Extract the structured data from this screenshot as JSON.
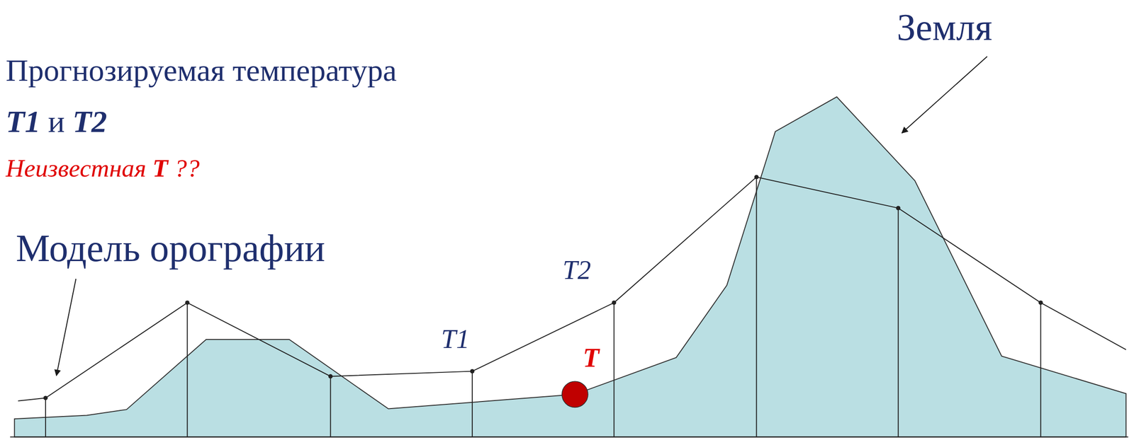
{
  "diagram": {
    "labels": [
      "Земля",
      "Прогнозируемая температура",
      "T1 и T2",
      "Неизвестная T ??",
      "Модель орографии",
      "T2",
      "T1",
      "T"
    ]
  }
}
